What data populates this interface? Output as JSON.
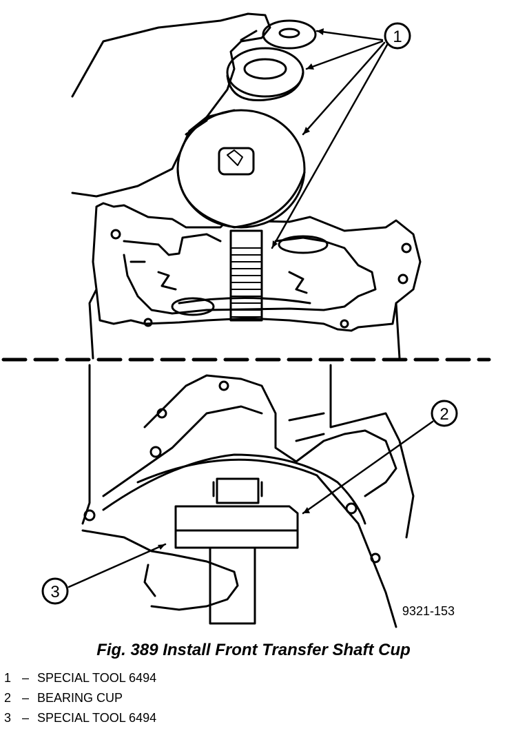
{
  "figure": {
    "callouts": [
      "1",
      "2",
      "3"
    ],
    "code": "9321-153",
    "caption": "Fig. 389 Install Front Transfer Shaft Cup"
  },
  "legend": [
    {
      "num": "1",
      "sep": "–",
      "label": "SPECIAL TOOL 6494"
    },
    {
      "num": "2",
      "sep": "–",
      "label": "BEARING CUP"
    },
    {
      "num": "3",
      "sep": "–",
      "label": "SPECIAL TOOL 6494"
    }
  ],
  "icons": [
    "hand-icon",
    "tool-disc-icon",
    "threaded-rod-icon",
    "transmission-case-icon",
    "bearing-cup-icon"
  ]
}
